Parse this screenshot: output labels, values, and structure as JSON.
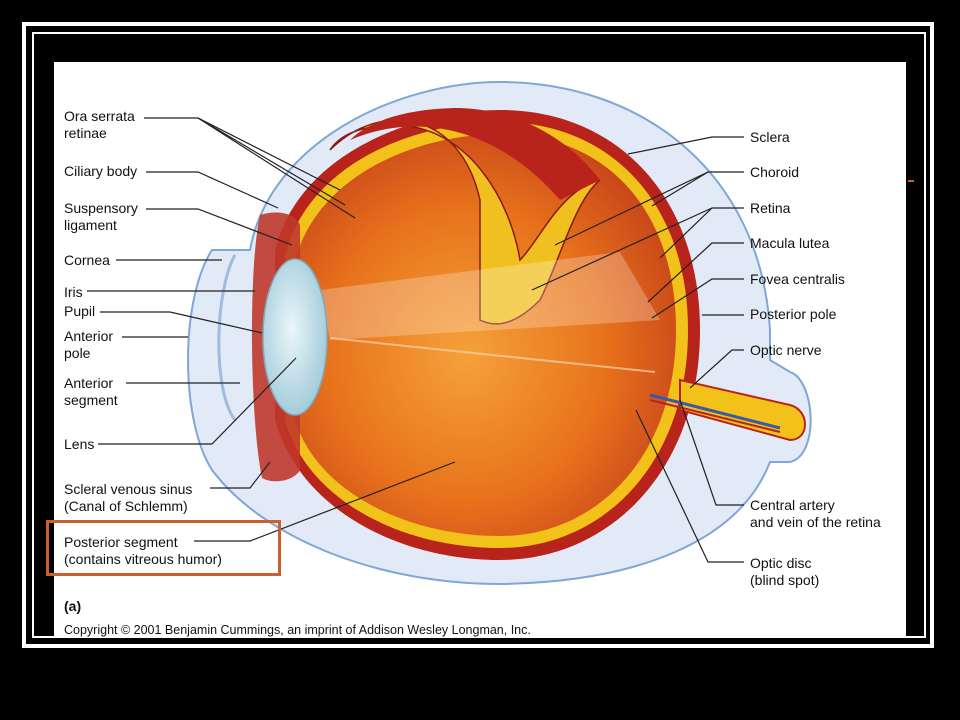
{
  "labels_left": {
    "ora_serrata": [
      "Ora serrata",
      "retinae"
    ],
    "ciliary_body": "Ciliary body",
    "suspensory": [
      "Suspensory",
      "ligament"
    ],
    "cornea": "Cornea",
    "iris": "Iris",
    "pupil": "Pupil",
    "anterior_pole": [
      "Anterior",
      "pole"
    ],
    "anterior_segment": [
      "Anterior",
      "segment"
    ],
    "lens": "Lens",
    "scleral_sinus": [
      "Scleral venous sinus",
      "(Canal of Schlemm)"
    ],
    "posterior_segment": [
      "Posterior segment",
      "(contains vitreous humor)"
    ]
  },
  "labels_right": {
    "sclera": "Sclera",
    "choroid": "Choroid",
    "retina": "Retina",
    "macula": "Macula lutea",
    "fovea": "Fovea centralis",
    "posterior_pole": "Posterior pole",
    "optic_nerve": "Optic nerve",
    "central_artery": [
      "Central artery",
      "and vein of the retina"
    ],
    "optic_disc": [
      "Optic disc",
      "(blind spot)"
    ]
  },
  "figure_tag": "(a)",
  "copyright": "Copyright © 2001 Benjamin Cummings, an imprint of Addison Wesley Longman, Inc.",
  "colors": {
    "highlight": "#c9602e",
    "sclera": "#dde6f4",
    "choroid": "#b8241c",
    "retina": "#f2c21a",
    "vitreous": "#e8731c",
    "lens": "#cde6ef"
  }
}
